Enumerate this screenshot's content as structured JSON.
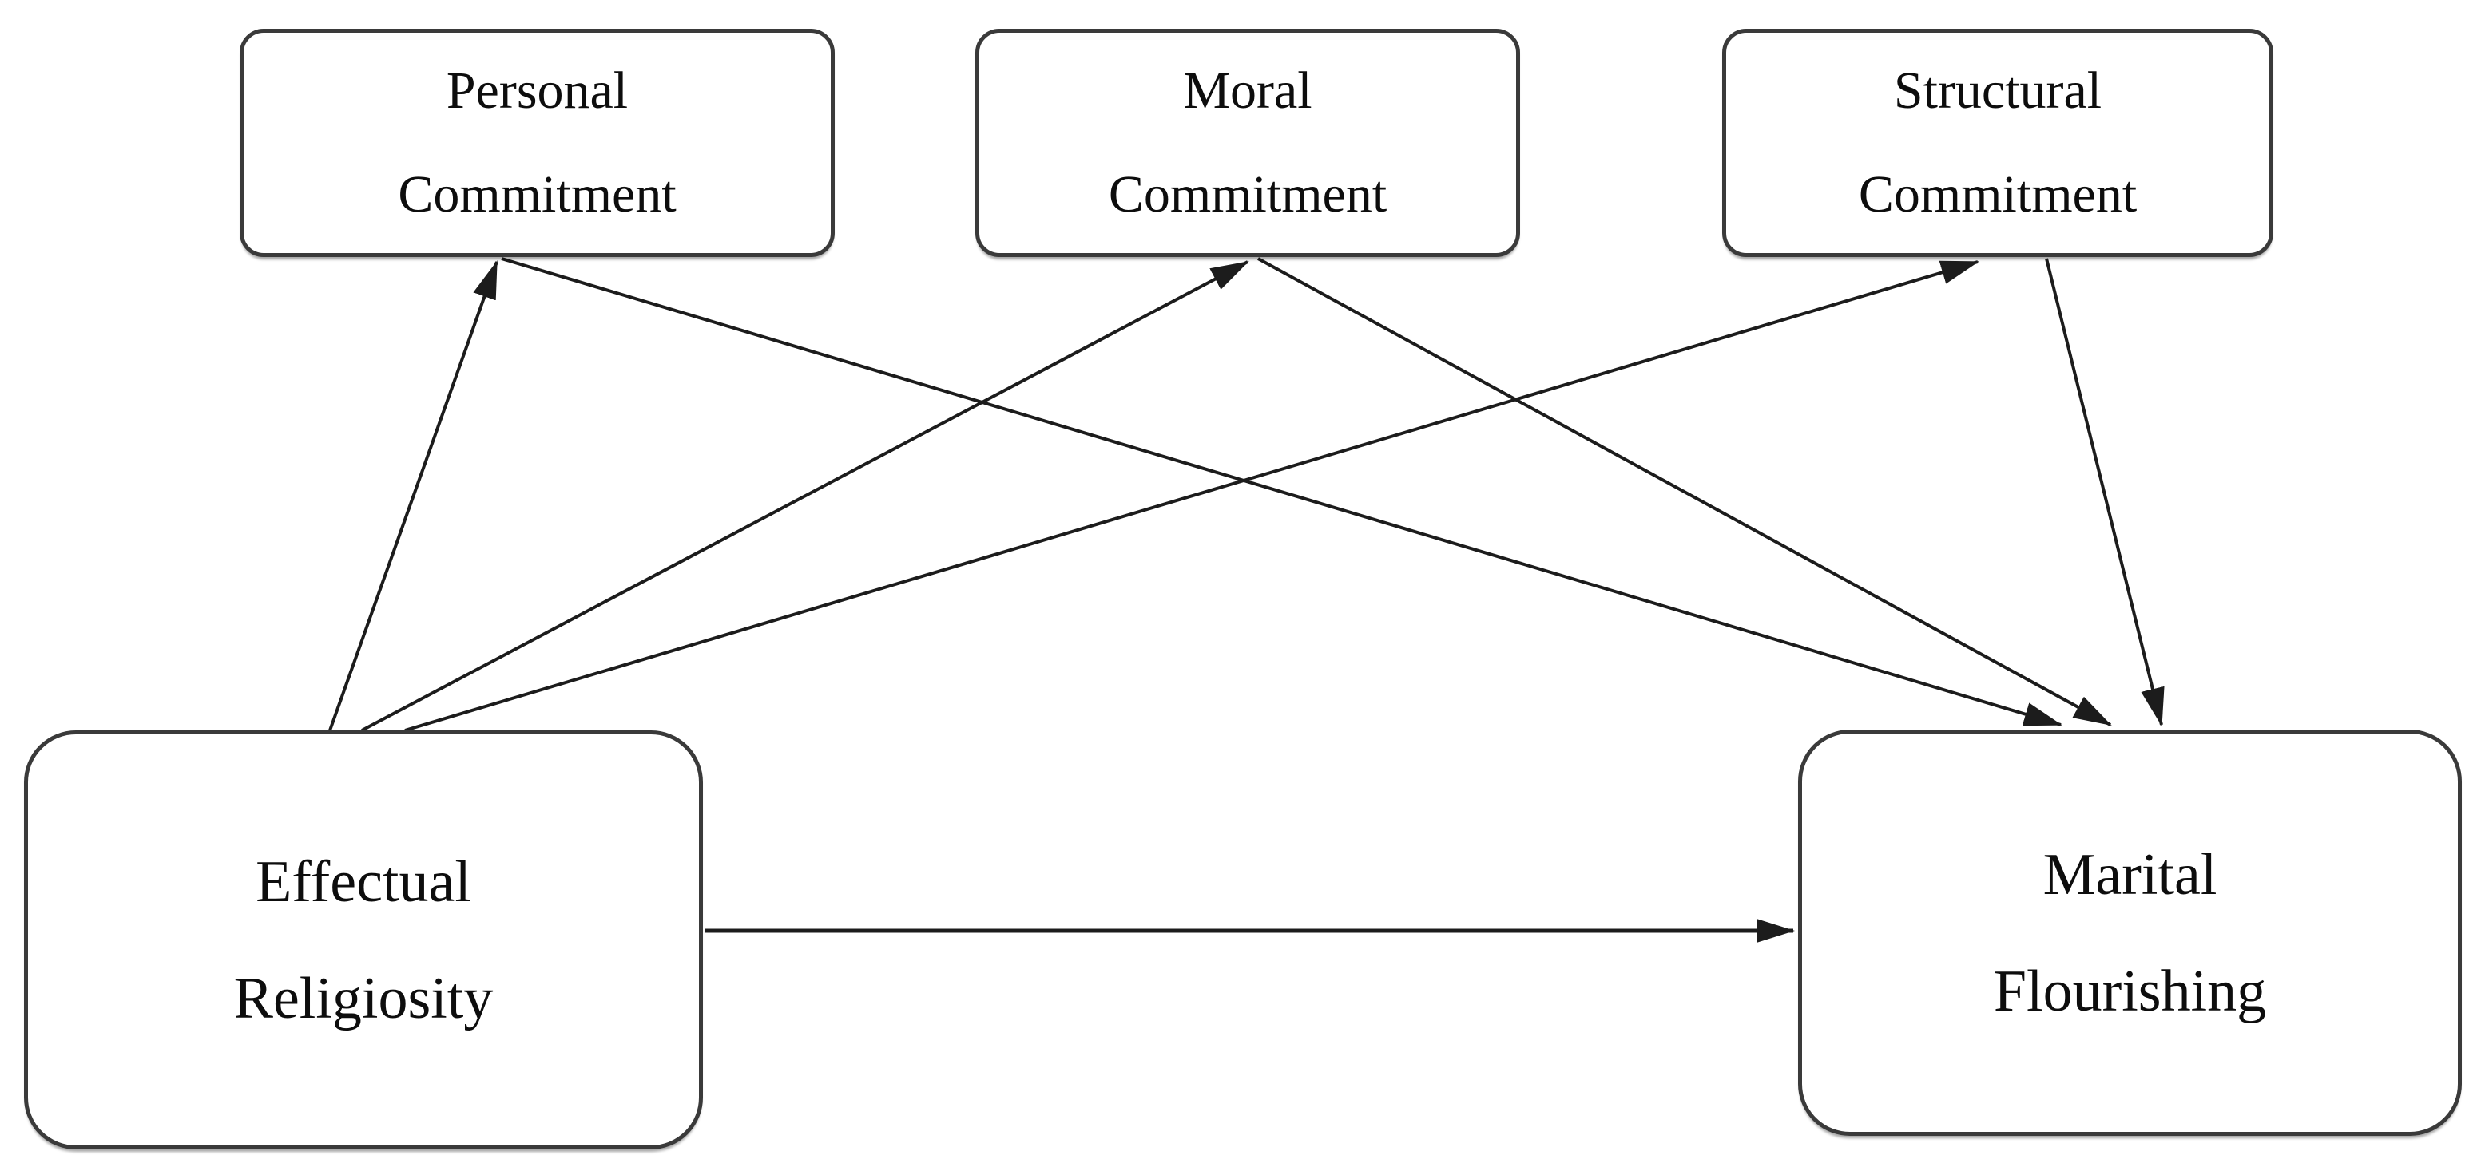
{
  "figure": {
    "type": "path-model-diagram",
    "background_color": "#ffffff",
    "arrow_color": "#1c1c1c",
    "box_border_color": "#3a3a3a",
    "text_color": "#0d0d0d"
  },
  "nodes": {
    "personal": {
      "label": "Personal Commitment",
      "line1": "Personal",
      "line2": "Commitment"
    },
    "moral": {
      "label": "Moral Commitment",
      "line1": "Moral",
      "line2": "Commitment"
    },
    "structural": {
      "label": "Structural Commitment",
      "line1": "Structural",
      "line2": "Commitment"
    },
    "effectual": {
      "label": "Effectual Religiosity",
      "line1": "Effectual",
      "line2": "Religiosity"
    },
    "marital": {
      "label": "Marital Flourishing",
      "line1": "Marital",
      "line2": "Flourishing"
    }
  },
  "edges": [
    {
      "from": "Effectual Religiosity",
      "to": "Personal Commitment"
    },
    {
      "from": "Effectual Religiosity",
      "to": "Moral Commitment"
    },
    {
      "from": "Effectual Religiosity",
      "to": "Structural Commitment"
    },
    {
      "from": "Personal Commitment",
      "to": "Marital Flourishing"
    },
    {
      "from": "Moral Commitment",
      "to": "Marital Flourishing"
    },
    {
      "from": "Structural Commitment",
      "to": "Marital Flourishing"
    },
    {
      "from": "Effectual Religiosity",
      "to": "Marital Flourishing"
    }
  ]
}
